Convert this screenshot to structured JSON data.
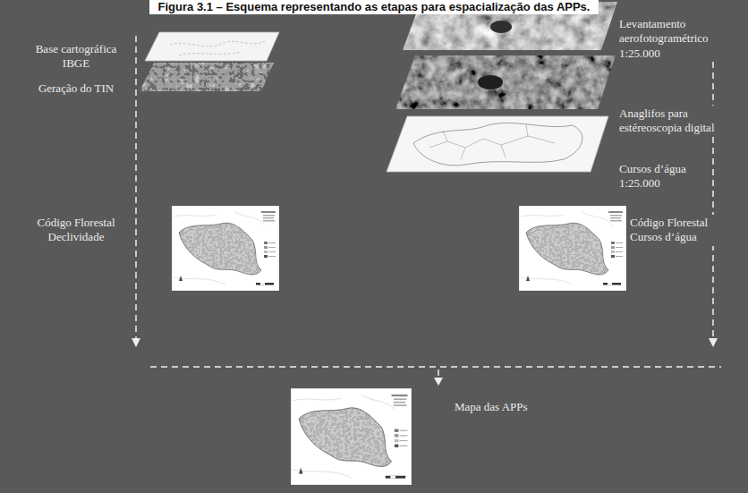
{
  "diagram": {
    "title": "Figura 3.1 – Esquema representando as etapas para espacialização das APPs.",
    "labels": [
      "Levantamento aerofotogramétrico 1:25.000",
      "Base cartográfica IBGE",
      "Geração do TIN",
      "Anaglifos para estéreoscopia digital",
      "Cursos d’água 1:25.000",
      "Código Florestal Declividade",
      "Código Florestal Cursos d’água",
      "Mapa das APPs"
    ]
  }
}
